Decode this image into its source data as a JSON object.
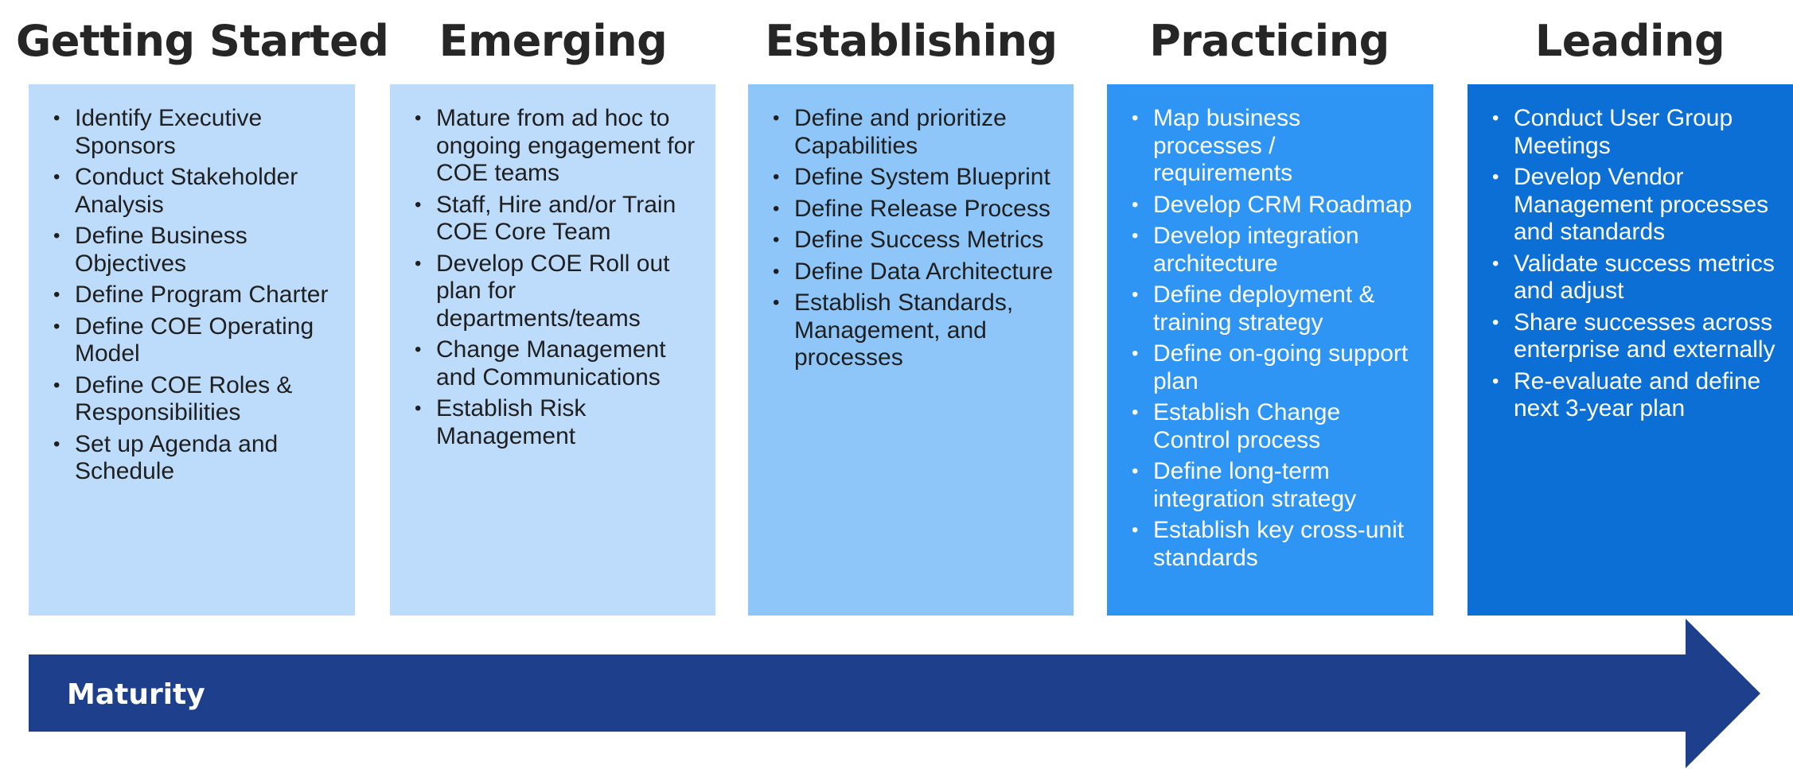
{
  "stages": [
    {
      "title": "Getting Started",
      "color": "#bddcfb",
      "text_color": "#1f1f1f",
      "items": [
        "Identify Executive Sponsors",
        "Conduct Stakeholder Analysis",
        "Define Business Objectives",
        "Define Program Charter",
        "Define COE Operating Model",
        "Define COE Roles & Responsibilities",
        "Set up Agenda and Schedule"
      ]
    },
    {
      "title": "Emerging",
      "color": "#bddcfb",
      "text_color": "#1f1f1f",
      "items": [
        "Mature from ad hoc to ongoing engagement for COE teams",
        "Staff, Hire and/or Train COE Core Team",
        "Develop COE Roll out plan for departments/teams",
        "Change Management and Communications",
        "Establish Risk Management"
      ]
    },
    {
      "title": "Establishing",
      "color": "#8ec6fa",
      "text_color": "#1f1f1f",
      "items": [
        "Define and prioritize Capabilities",
        "Define System Blueprint",
        "Define Release Process",
        "Define Success Metrics",
        "Define Data Architecture",
        "Establish Standards, Management, and processes"
      ]
    },
    {
      "title": "Practicing",
      "color": "#2e95f4",
      "text_color": "#ffffff",
      "items": [
        "Map business processes / requirements",
        "Develop CRM Roadmap",
        "Develop integration architecture",
        "Define deployment & training strategy",
        "Define on-going support plan",
        "Establish Change Control process",
        "Define long-term integration strategy",
        "Establish key cross-unit standards"
      ]
    },
    {
      "title": "Leading",
      "color": "#0b6fd6",
      "text_color": "#ffffff",
      "items": [
        "Conduct User Group Meetings",
        "Develop Vendor Management processes and standards",
        "Validate success metrics and adjust",
        "Share successes across enterprise and externally",
        "Re-evaluate and define next 3-year plan"
      ]
    }
  ],
  "maturity_arrow": {
    "label": "Maturity",
    "color": "#1e408c"
  }
}
